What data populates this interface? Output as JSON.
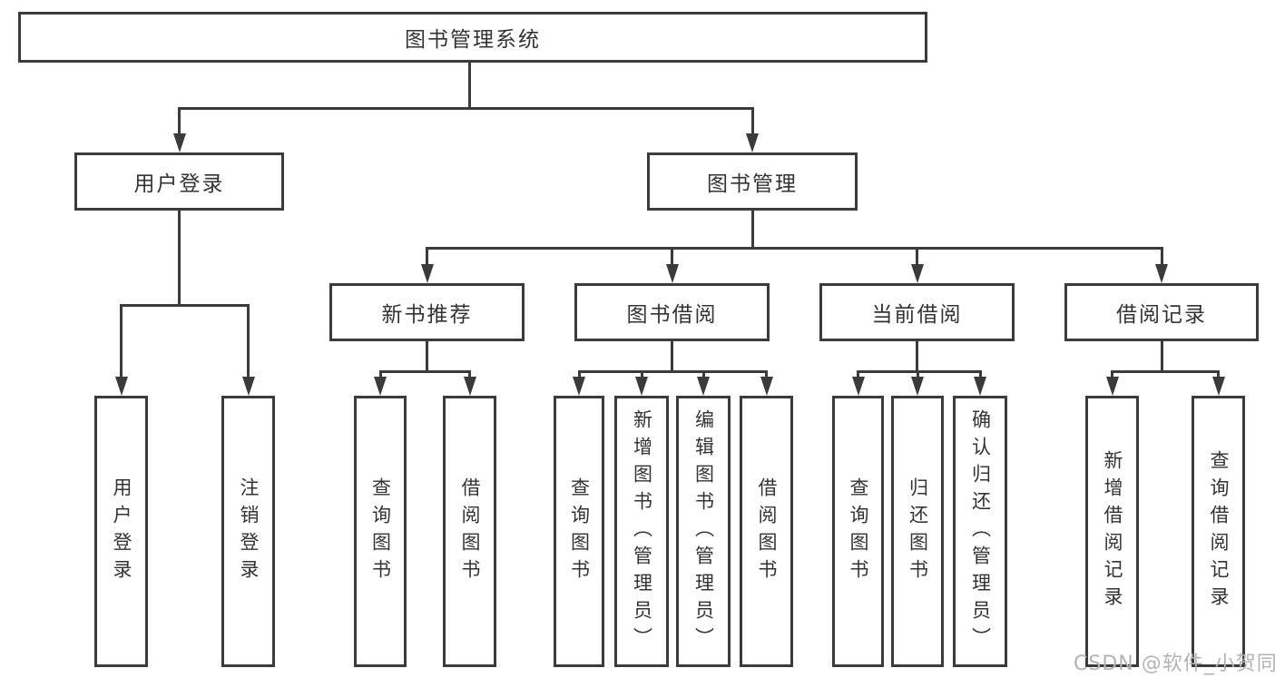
{
  "diagram_type": "hierarchy-tree",
  "tree": {
    "label": "图书管理系统",
    "children": [
      {
        "label": "用户登录",
        "children": [
          {
            "label": "用户登录"
          },
          {
            "label": "注销登录"
          }
        ]
      },
      {
        "label": "图书管理",
        "children": [
          {
            "label": "新书推荐",
            "children": [
              {
                "label": "查询图书"
              },
              {
                "label": "借阅图书"
              }
            ]
          },
          {
            "label": "图书借阅",
            "children": [
              {
                "label": "查询图书"
              },
              {
                "label": "新增图书（管理员）"
              },
              {
                "label": "编辑图书（管理员）"
              },
              {
                "label": "借阅图书"
              }
            ]
          },
          {
            "label": "当前借阅",
            "children": [
              {
                "label": "查询图书"
              },
              {
                "label": "归还图书"
              },
              {
                "label": "确认归还（管理员）"
              }
            ]
          },
          {
            "label": "借阅记录",
            "children": [
              {
                "label": "新增借阅记录"
              },
              {
                "label": "查询借阅记录"
              }
            ]
          }
        ]
      }
    ]
  },
  "watermark": {
    "text": "CSDN @软件_小贺同学"
  },
  "colors": {
    "line": "#3b3b3b",
    "text": "#333333",
    "background": "#ffffff",
    "watermark": "#b3b3b3"
  }
}
